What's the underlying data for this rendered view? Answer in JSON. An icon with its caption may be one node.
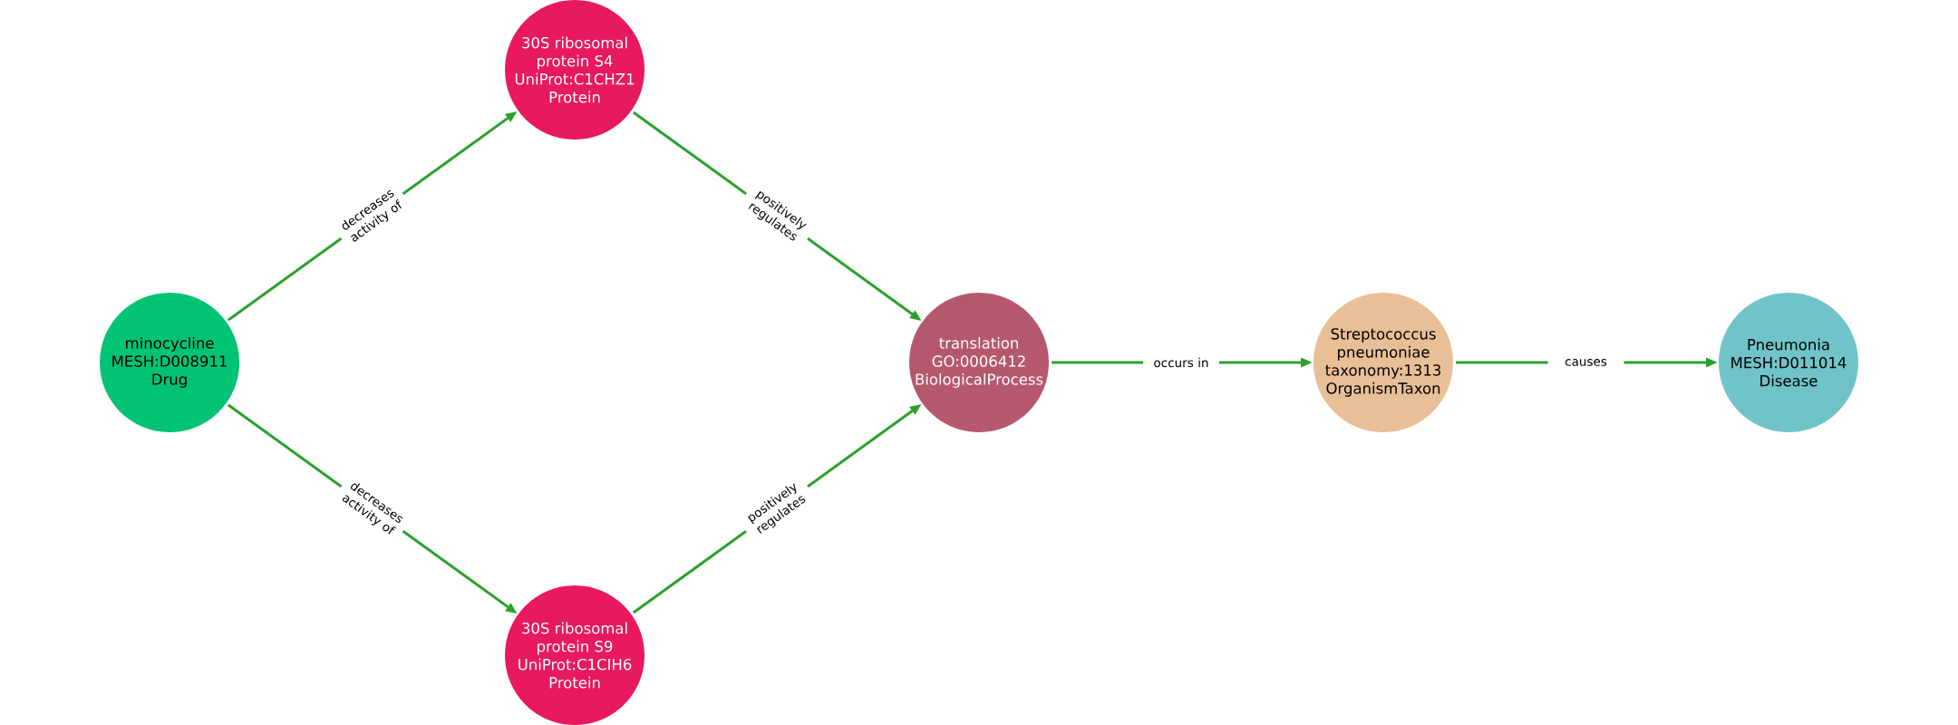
{
  "diagram": {
    "nodes": [
      {
        "text": [
          "minocycline",
          "MESH:D008911",
          "Drug"
        ]
      },
      {
        "text": [
          "30S ribosomal protein S4",
          "UniProt:C1CHZ1",
          "Protein"
        ]
      },
      {
        "text": [
          "30S ribosomal protein S9",
          "UniProt:C1CIH6",
          "Protein"
        ]
      },
      {
        "text": [
          "translation",
          "GO:0006412",
          "BiologicalProcess"
        ]
      },
      {
        "text": [
          "Streptococcus pneumoniae",
          "taxonomy:1313",
          "OrganismTaxon"
        ]
      },
      {
        "text": [
          "Pneumonia",
          "MESH:D011014",
          "Disease"
        ]
      }
    ],
    "edges": [
      {
        "from": 0,
        "to": 1,
        "arrow": "to",
        "label": "decreases activity of"
      },
      {
        "from": 0,
        "to": 2,
        "arrow": "to",
        "label": "decreases activity of"
      },
      {
        "from": 1,
        "to": 3,
        "arrow": "to",
        "label": "positively regulates"
      },
      {
        "from": 2,
        "to": 3,
        "arrow": "to",
        "label": "positively regulates"
      },
      {
        "from": 3,
        "to": 4,
        "arrow": "to",
        "label": "occurs in"
      },
      {
        "from": 4,
        "to": 5,
        "arrow": "to",
        "label": "causes"
      }
    ]
  }
}
